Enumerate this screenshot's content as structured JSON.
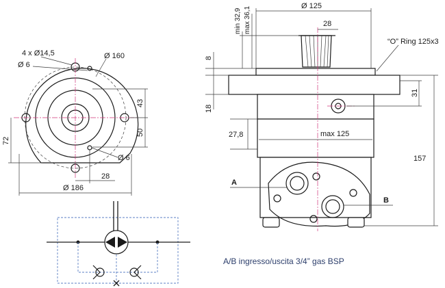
{
  "front_view": {
    "holes_label": "4 x Ø14,5",
    "d160": "Ø 160",
    "d6_top": "Ø 6",
    "dim_43": "43",
    "dim_50": "50",
    "dim_72": "72",
    "d6_bottom": "Ø 6",
    "dim_28": "28",
    "d186": "Ø 186"
  },
  "side_view": {
    "min_32_9": "min 32,9",
    "max_36_1": "max 36,1",
    "d125": "Ø 125",
    "dim_28": "28",
    "oring": "“O” Ring 125x3",
    "dim_8": "8",
    "dim_18": "18",
    "dim_31": "31",
    "dim_27_8": "27,8",
    "max_125": "max 125",
    "dim_157": "157",
    "port_a": "A",
    "port_b": "B"
  },
  "caption": "A/B ingresso/uscita 3/4” gas BSP"
}
